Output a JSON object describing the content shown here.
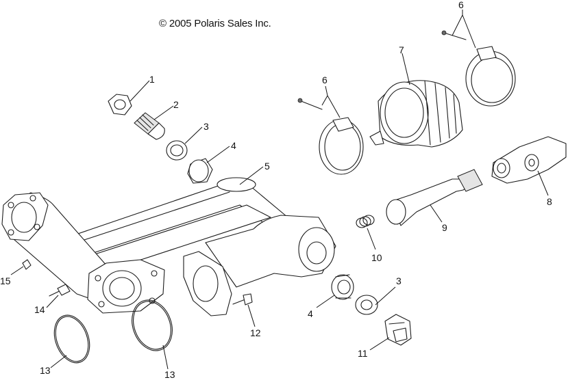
{
  "copyright": "© 2005 Polaris Sales Inc.",
  "callouts": [
    {
      "id": "c1",
      "label": "1"
    },
    {
      "id": "c2",
      "label": "2"
    },
    {
      "id": "c3a",
      "label": "3"
    },
    {
      "id": "c4a",
      "label": "4"
    },
    {
      "id": "c5",
      "label": "5"
    },
    {
      "id": "c6a",
      "label": "6"
    },
    {
      "id": "c6b",
      "label": "6"
    },
    {
      "id": "c7",
      "label": "7"
    },
    {
      "id": "c8",
      "label": "8"
    },
    {
      "id": "c9",
      "label": "9"
    },
    {
      "id": "c10",
      "label": "10"
    },
    {
      "id": "c3b",
      "label": "3"
    },
    {
      "id": "c4b",
      "label": "4"
    },
    {
      "id": "c11",
      "label": "11"
    },
    {
      "id": "c12",
      "label": "12"
    },
    {
      "id": "c13a",
      "label": "13"
    },
    {
      "id": "c13b",
      "label": "13"
    },
    {
      "id": "c14",
      "label": "14"
    },
    {
      "id": "c15",
      "label": "15"
    }
  ]
}
